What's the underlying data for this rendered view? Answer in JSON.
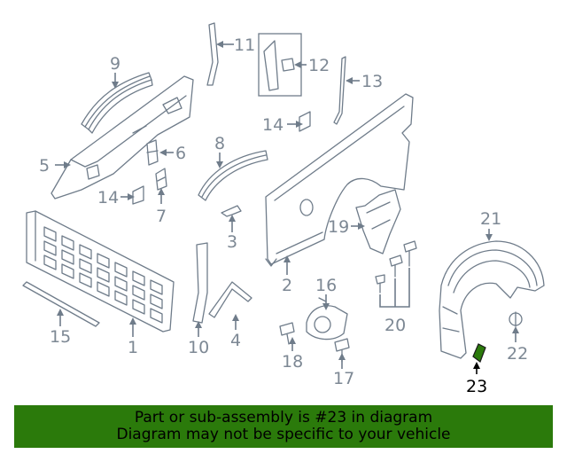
{
  "diagram": {
    "highlight_color": "#2b7a0b",
    "callouts": {
      "c1": "1",
      "c2": "2",
      "c3": "3",
      "c4": "4",
      "c5": "5",
      "c6": "6",
      "c7": "7",
      "c8": "8",
      "c9": "9",
      "c10": "10",
      "c11": "11",
      "c12": "12",
      "c13": "13",
      "c14a": "14",
      "c14b": "14",
      "c15": "15",
      "c16": "16",
      "c17": "17",
      "c18": "18",
      "c19": "19",
      "c20": "20",
      "c21": "21",
      "c22": "22",
      "c23": "23"
    }
  },
  "banner": {
    "line1": "Part or sub-assembly is #23 in diagram",
    "line2": "Diagram may not be specific to your vehicle",
    "background": "#2b7a0b"
  }
}
